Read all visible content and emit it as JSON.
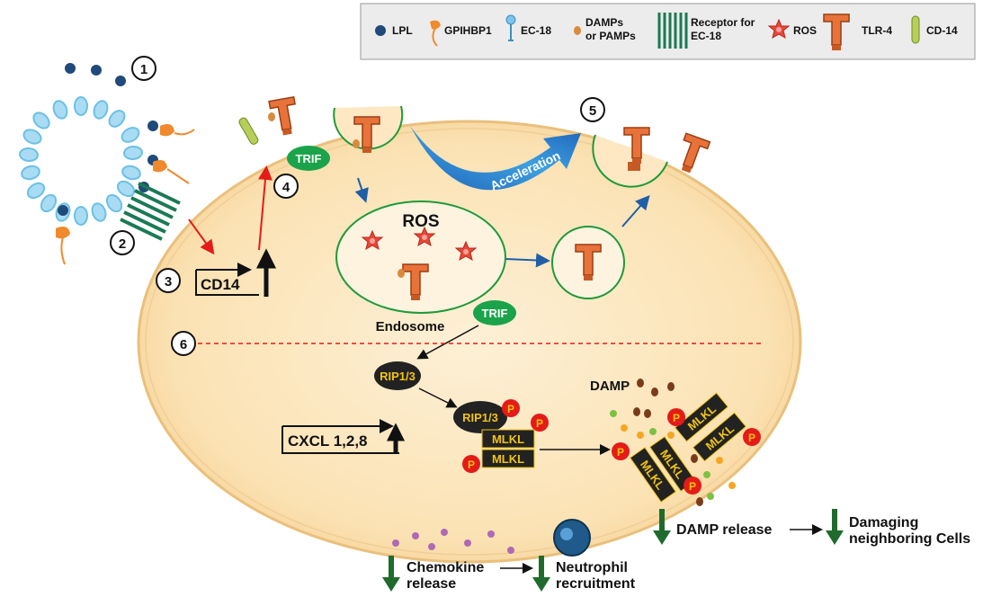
{
  "legend": {
    "lpl": "LPL",
    "gpihbp1": "GPIHBP1",
    "ec18": "EC-18",
    "damps_line1": "DAMPs",
    "damps_line2": "or PAMPs",
    "receptor_line1": "Receptor for",
    "receptor_line2": "EC-18",
    "ros": "ROS",
    "tlr4": "TLR-4",
    "cd14": "CD-14"
  },
  "steps": [
    "1",
    "2",
    "3",
    "4",
    "5",
    "6"
  ],
  "labels": {
    "trif": "TRIF",
    "acceleration": "Acceleration",
    "ros": "ROS",
    "endosome": "Endosome",
    "cd14_gene": "CD14",
    "cxcl_gene": "CXCL 1,2,8",
    "rip13": "RIP1/3",
    "mlkl": "MLKL",
    "phospho": "P",
    "damp": "DAMP",
    "damp_release": "DAMP release",
    "damaging_line1": "Damaging",
    "damaging_line2": "neighboring Cells",
    "chemokine_line1": "Chemokine",
    "chemokine_line2": "release",
    "neutrophil_line1": "Neutrophil",
    "neutrophil_line2": "recruitment"
  },
  "colors": {
    "cell_fill": "#fbe2b5",
    "cell_border": "#e9c07c",
    "endosome_border": "#1e9a3a",
    "trif_green": "#1aa34a",
    "tlr_orange": "#e8733a",
    "ros_red": "#e8483a",
    "phospho_red": "#e41b17",
    "mlkl_gold": "#f1c40f",
    "arrow_red": "#e41b17",
    "arrow_blue": "#1f5fa8",
    "down_arrow_green": "#1f6b2c",
    "legend_bg": "#ececec"
  }
}
